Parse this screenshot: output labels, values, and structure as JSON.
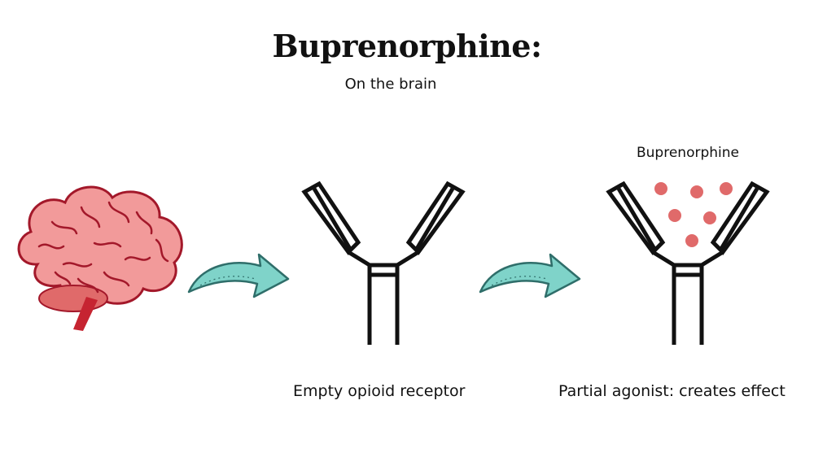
{
  "title": "Buprenorphine:",
  "subtitle": "On the brain",
  "labels": {
    "empty_receptor": "Empty opioid receptor",
    "partial_agonist": "Partial agonist: creates effect",
    "molecule": "Buprenorphine"
  },
  "icons": [
    "brain-icon",
    "arrow-icon",
    "receptor-icon",
    "molecule-icon"
  ],
  "colors": {
    "brain_fill": "#f29a9a",
    "brain_line": "#a3182a",
    "arrow_fill": "#7fd3c9",
    "molecule": "#e06a6a",
    "receptor": "#111111"
  }
}
